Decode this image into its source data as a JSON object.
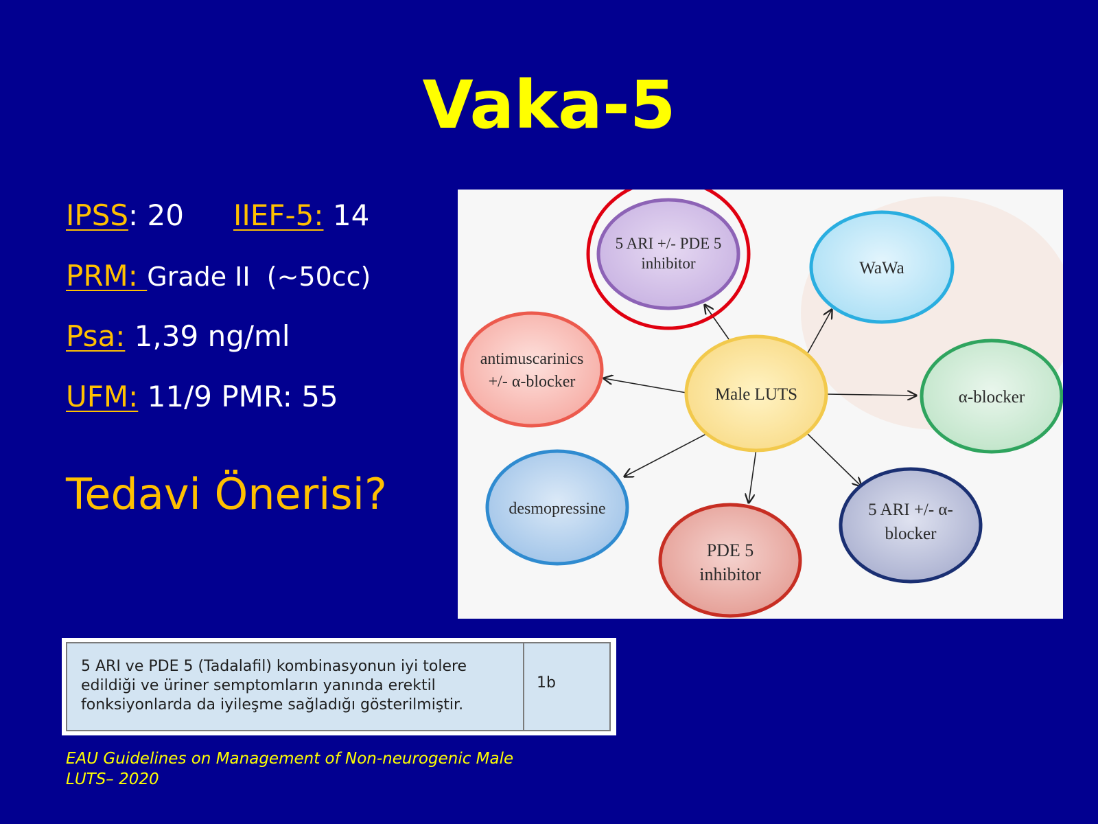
{
  "slide": {
    "title": "Vaka-5"
  },
  "findings": {
    "ipss_label": "IPSS",
    "ipss_value": ": 20",
    "iief_label": "IIEF-5:",
    "iief_value": " 14",
    "prm_label": "PRM: ",
    "prm_value": "Grade II  (~50cc)",
    "psa_label": "Psa:",
    "psa_value": " 1,39 ng/ml",
    "ufm_label": "UFM:",
    "ufm_value": " 11/9 PMR: 55"
  },
  "question": "Tedavi Önerisi?",
  "diagram": {
    "center": "Male LUTS",
    "nodes": {
      "ari_pde_line1": "5 ARI +/- PDE 5",
      "ari_pde_line2": "inhibitor",
      "wawa": "WaWa",
      "antimuscarinics_line1": "antimuscarinics",
      "antimuscarinics_line2": "+/- α-blocker",
      "alpha_blocker": "α-blocker",
      "desmopressine": "desmopressine",
      "pde5_line1": "PDE 5",
      "pde5_line2": "inhibitor",
      "ari_alpha_line1": "5 ARI +/- α-",
      "ari_alpha_line2": "blocker"
    },
    "colors": {
      "highlight_ring": "#e00010",
      "center_fill": "#fbe6a0",
      "center_stroke": "#f2c94c"
    }
  },
  "evidence": {
    "text_line1": "5 ARI ve PDE 5 (Tadalafil)  kombinasyonun iyi tolere",
    "text_line2": "edildiği ve  üriner semptomların yanında erektil",
    "text_line3": "fonksiyonlarda da iyileşme sağladığı gösterilmiştir.",
    "level": "1b"
  },
  "source": {
    "line1": "EAU Guidelines on Management of Non-neurogenic Male",
    "line2": "LUTS– 2020"
  }
}
